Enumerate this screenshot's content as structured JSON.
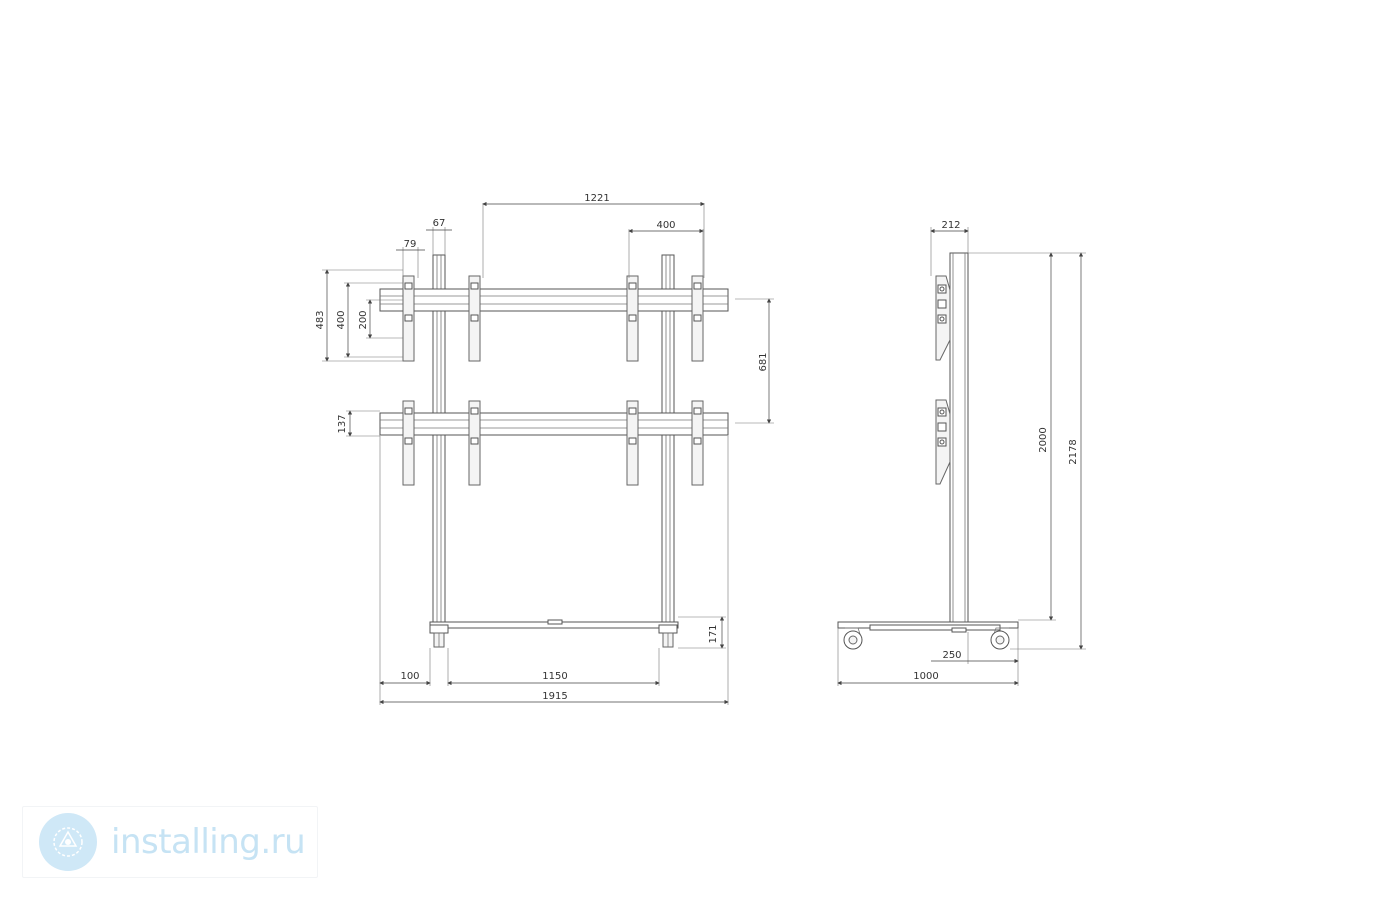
{
  "dimensions": {
    "front": {
      "d1221": "1221",
      "d67": "67",
      "d400top": "400",
      "d79": "79",
      "d483": "483",
      "d400": "400",
      "d200": "200",
      "d681": "681",
      "d137": "137",
      "d171": "171",
      "d100": "100",
      "d1150": "1150",
      "d1915": "1915"
    },
    "side": {
      "d212": "212",
      "d2000": "2000",
      "d2178": "2178",
      "d250": "250",
      "d1000": "1000"
    }
  },
  "watermark": {
    "text": "installing.ru"
  }
}
